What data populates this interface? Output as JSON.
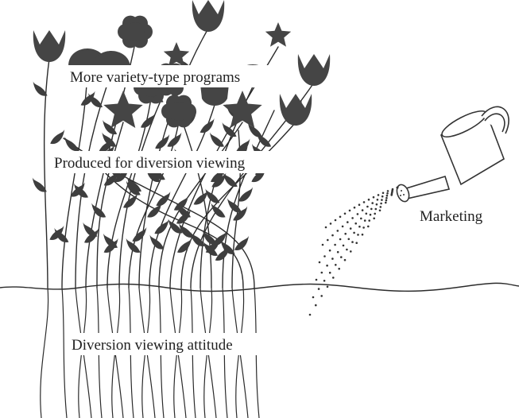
{
  "labels": {
    "top": "More variety-type programs",
    "middle": "Produced for diversion viewing",
    "bottom": "Diversion viewing attitude",
    "marketing": "Marketing"
  },
  "colors": {
    "ink": "#2b2b2b",
    "flower": "#454545",
    "leaf": "#3e3e3e",
    "background": "#ffffff"
  },
  "icons": {
    "flowers": [
      "tulip",
      "star",
      "round-blossom",
      "tulip-cup"
    ],
    "watering_can": "watering-can-icon"
  }
}
